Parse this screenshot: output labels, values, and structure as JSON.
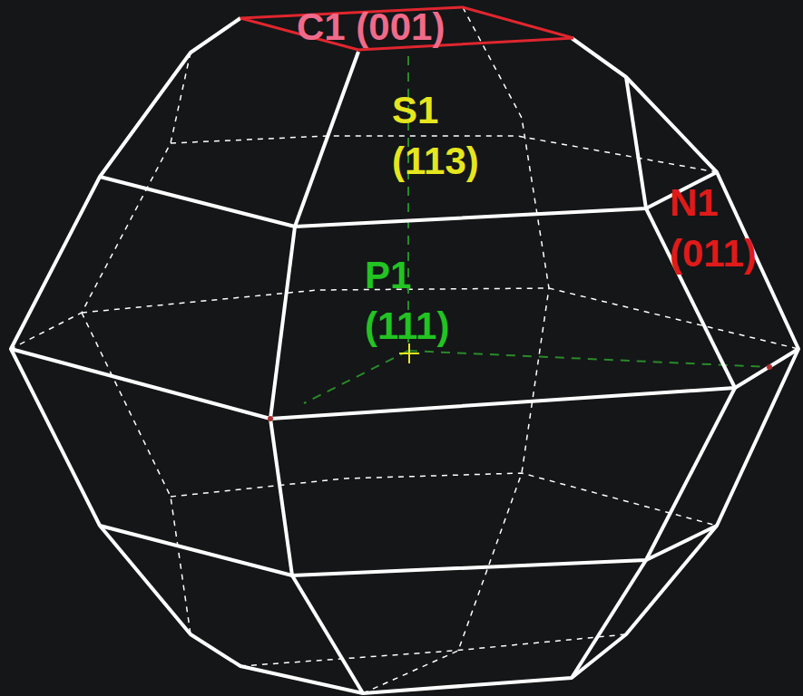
{
  "diagram": {
    "labels": [
      "C1 (001)",
      "S1 (113)",
      "P1 (111)",
      "N1 (011)"
    ]
  }
}
